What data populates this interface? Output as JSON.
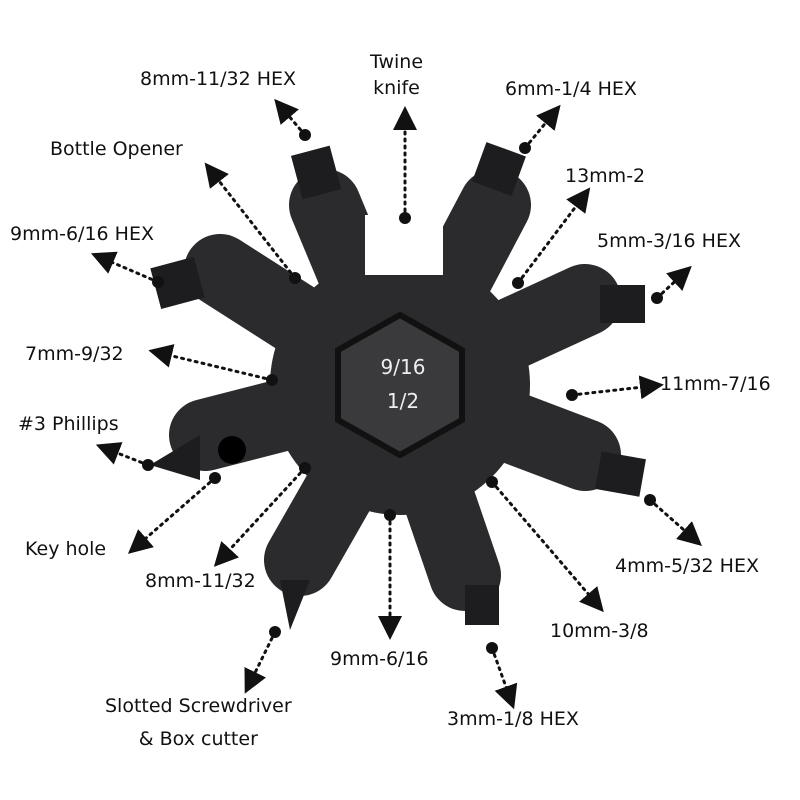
{
  "colors": {
    "tool": "#2b2b2e",
    "text": "#111111",
    "center_text": "#eeeeee"
  },
  "center": {
    "line1": "9/16",
    "line2": "1/2"
  },
  "labels": {
    "hex_8mm": "8mm-11/32 HEX",
    "twine_1": "Twine",
    "twine_2": "knife",
    "hex_6mm": "6mm-1/4 HEX",
    "bottle": "Bottle Opener",
    "w13": "13mm-2",
    "hex_9mm": "9mm-6/16 HEX",
    "hex_5mm": "5mm-3/16 HEX",
    "w7": "7mm-9/32",
    "w11": "11mm-7/16",
    "phillips": "#3 Phillips",
    "keyhole": "Key hole",
    "w8": "8mm-11/32",
    "hex_4mm": "4mm-5/32 HEX",
    "w10": "10mm-3/8",
    "w9": "9mm-6/16",
    "slotted_1": "Slotted Screwdriver",
    "slotted_2": "& Box cutter",
    "hex_3mm": "3mm-1/8 HEX"
  }
}
